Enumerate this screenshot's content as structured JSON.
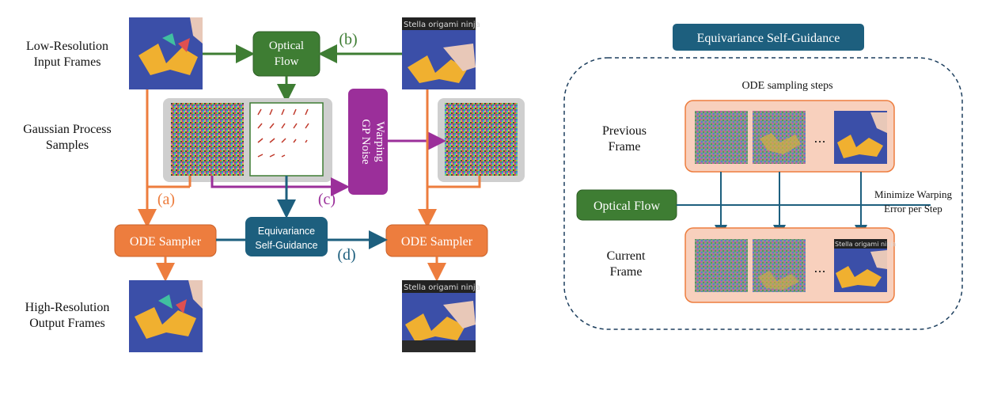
{
  "left_panel": {
    "row_labels": {
      "low_res_line1": "Low-Resolution",
      "low_res_line2": "Input Frames",
      "gp_line1": "Gaussian Process",
      "gp_line2": "Samples",
      "high_res_line1": "High-Resolution",
      "high_res_line2": "Output Frames"
    },
    "optical_flow_line1": "Optical",
    "optical_flow_line2": "Flow",
    "gp_noise_warping_line1": "GP Noise",
    "gp_noise_warping_line2": "Warping",
    "ode_sampler_left": "ODE Sampler",
    "ode_sampler_right": "ODE Sampler",
    "equivariance_line1": "Equivariance",
    "equivariance_line2": "Self-Guidance",
    "marker_a": "(a)",
    "marker_b": "(b)",
    "marker_c": "(c)",
    "marker_d": "(d)",
    "frame_caption": "Stella origami ninja"
  },
  "right_panel": {
    "title": "Equivariance Self-Guidance",
    "steps_label": "ODE sampling steps",
    "previous_line1": "Previous",
    "previous_line2": "Frame",
    "current_line1": "Current",
    "current_line2": "Frame",
    "optical_flow": "Optical Flow",
    "minimize_line1": "Minimize Warping",
    "minimize_line2": "Error per Step",
    "ellipsis": "...",
    "frame_caption": "Stella origami ninja"
  },
  "colors": {
    "orange": "#ed7d3e",
    "green": "#3e7d33",
    "blue": "#1d5f7e",
    "purple": "#9b2f9a",
    "panel_bg": "#f8d0bd",
    "frame_blue": "#3b4fa8"
  }
}
